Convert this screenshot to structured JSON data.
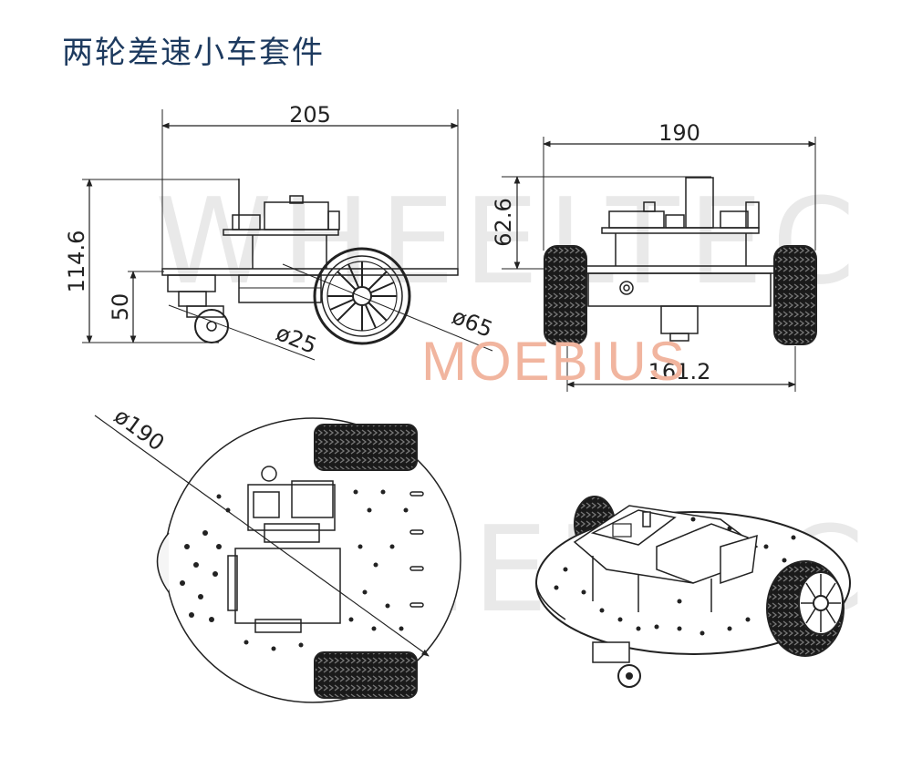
{
  "title": "两轮差速小车套件",
  "watermark": "WHEELTEC",
  "brand": "MOEBIUS",
  "dimensions": {
    "side_length": "205",
    "side_height": "114.6",
    "axle_height": "50",
    "caster_diameter": "ø25",
    "wheel_diameter": "ø65",
    "front_width": "190",
    "front_height": "62.6",
    "wheel_track": "161.2",
    "chassis_diameter": "ø190"
  },
  "colors": {
    "title": "#1d3a5f",
    "line": "#222222",
    "brand": "#f1b59f",
    "watermark": "#e9e9e9"
  }
}
